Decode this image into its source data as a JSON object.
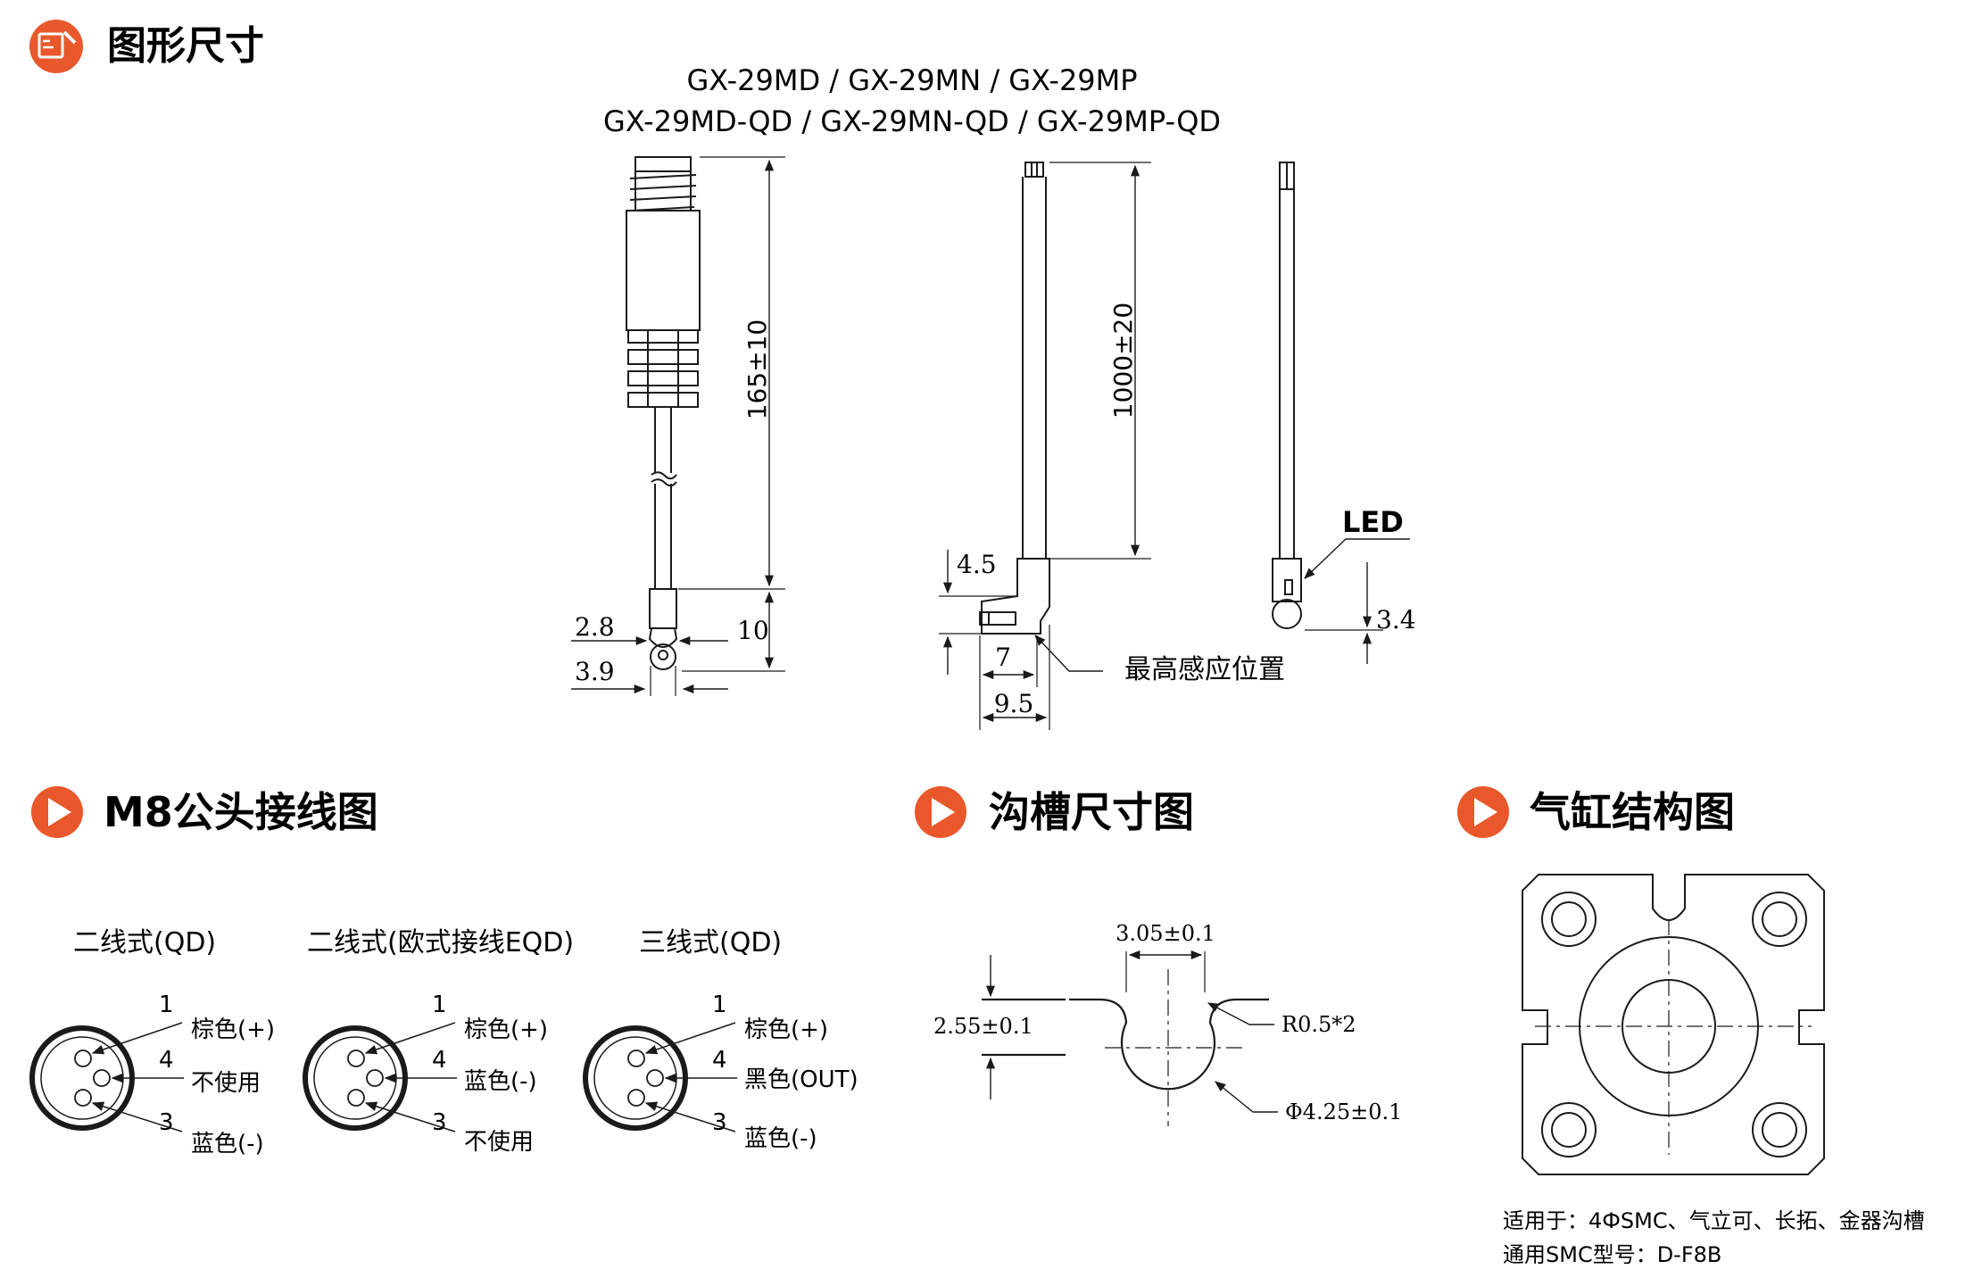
{
  "colors": {
    "accent": "#e8582a",
    "line": "#1a1a1a",
    "heading": "#1a1a1a"
  },
  "headings": {
    "dimensions": "图形尺寸",
    "wiring": "M8公头接线图",
    "groove": "沟槽尺寸图",
    "cylinder": "气缸结构图"
  },
  "heading_icons": {
    "dimensions": "ruler-pencil-icon",
    "wiring": "play-icon",
    "groove": "play-icon",
    "cylinder": "play-icon"
  },
  "models": {
    "line1": "GX-29MD / GX-29MN / GX-29MP",
    "line2": "GX-29MD-QD / GX-29MN-QD / GX-29MP-QD"
  },
  "dims": {
    "qd_length": "165±10",
    "cable_length": "1000±20",
    "d_2_8": "2.8",
    "d_10": "10",
    "d_3_9": "3.9",
    "d_4_5": "4.5",
    "d_7": "7",
    "d_9_5": "9.5",
    "sensing": "最高感应位置",
    "led": "LED",
    "d_3_4": "3.4"
  },
  "wiring": [
    {
      "title": "二线式(QD)",
      "pins": [
        {
          "num": "1",
          "label": "棕色(+)"
        },
        {
          "num": "4",
          "label": "不使用"
        },
        {
          "num": "3",
          "label": "蓝色(-)"
        }
      ]
    },
    {
      "title": "二线式(欧式接线EQD)",
      "pins": [
        {
          "num": "1",
          "label": "棕色(+)"
        },
        {
          "num": "4",
          "label": "蓝色(-)"
        },
        {
          "num": "3",
          "label": "不使用"
        }
      ]
    },
    {
      "title": "三线式(QD)",
      "pins": [
        {
          "num": "1",
          "label": "棕色(+)"
        },
        {
          "num": "4",
          "label": "黑色(OUT)"
        },
        {
          "num": "3",
          "label": "蓝色(-)"
        }
      ]
    }
  ],
  "groove": {
    "width": "3.05±0.1",
    "depth": "2.55±0.1",
    "radius": "R0.5*2",
    "diameter": "Φ4.25±0.1"
  },
  "cylinder_note": {
    "line1": "适用于：4ФSMC、气立可、长拓、金器沟槽",
    "line2": "通用SMC型号：D-F8B"
  }
}
